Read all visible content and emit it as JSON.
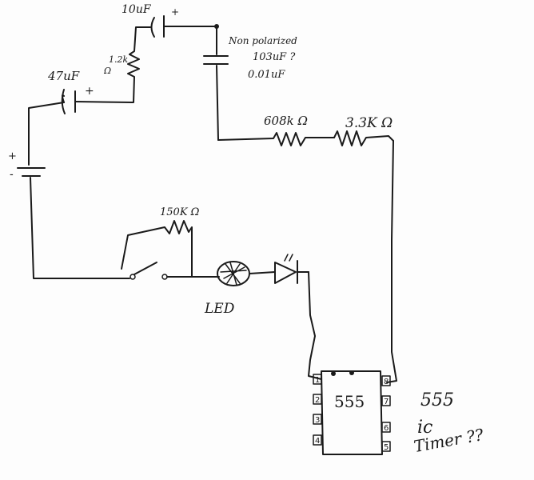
{
  "labels": {
    "cap_10uf": "10uF",
    "cap_10uf_plus": "+",
    "nonpolar_line1": "Non polarized",
    "nonpolar_line2": "103uF ?",
    "nonpolar_line3": "0.01uF",
    "res_1_2k": "1.2k",
    "res_1_2k_unit": "Ω",
    "cap_47uf": "47uF",
    "cap_47uf_plus": "+",
    "res_608k": "608k Ω",
    "res_3_3k": "3.3K Ω",
    "battery_plus": "+",
    "battery_minus": "-",
    "res_150k": "150K Ω",
    "led_label": "LED",
    "ic_center": "555",
    "ic_note_1": "555",
    "ic_note_2": "ic",
    "ic_note_3": "Timer ??",
    "pins": [
      "1",
      "2",
      "3",
      "4",
      "5",
      "6",
      "7",
      "8"
    ]
  }
}
